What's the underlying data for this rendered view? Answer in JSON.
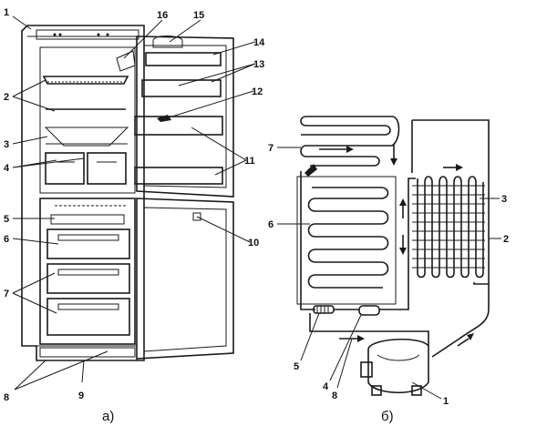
{
  "figure": {
    "left": {
      "caption": "а)",
      "labels": [
        "1",
        "2",
        "3",
        "4",
        "5",
        "6",
        "7",
        "8",
        "9",
        "10",
        "11",
        "12",
        "13",
        "14",
        "15",
        "16"
      ]
    },
    "right": {
      "caption": "б)",
      "labels": [
        "1",
        "2",
        "3",
        "4",
        "5",
        "6",
        "7",
        "8"
      ]
    }
  },
  "colors": {
    "ink": "#1a1a1a",
    "paper": "#ffffff"
  }
}
